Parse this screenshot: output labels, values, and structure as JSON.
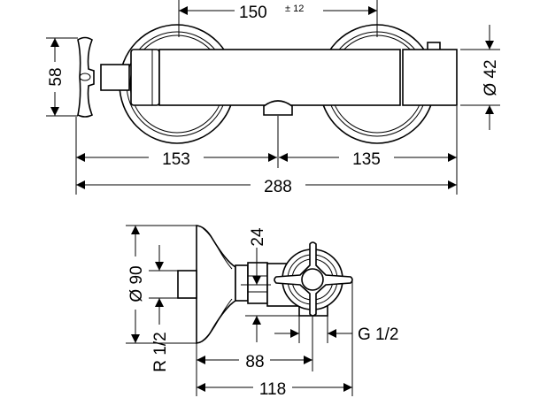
{
  "title": "Thermostat dimension drawing",
  "top_view": {
    "dim_center_distance": "150",
    "dim_tolerance": "± 12",
    "dim_handle_height": "58",
    "dim_body_diameter": "Ø 42",
    "dim_left_to_spout": "153",
    "dim_spout_to_right": "135",
    "dim_overall_length": "288"
  },
  "side_view": {
    "dim_rosette_diameter": "Ø 90",
    "dim_inlet_thread": "R 1/2",
    "dim_nut": "24",
    "dim_outlet_thread": "G 1/2",
    "dim_depth_to_outlet": "88",
    "dim_overall_depth": "118"
  },
  "colors": {
    "line": "#000000",
    "background": "#ffffff"
  }
}
